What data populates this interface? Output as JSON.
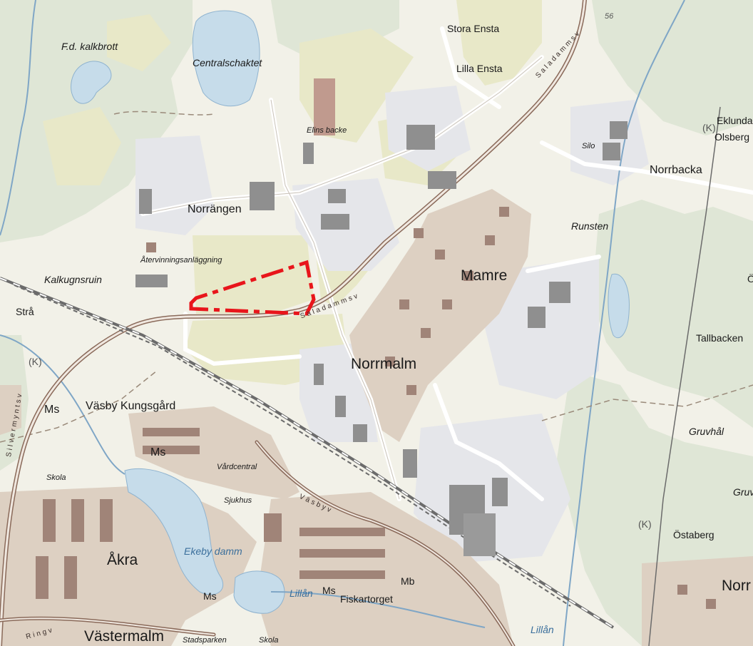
{
  "map": {
    "colors": {
      "background": "#f2f1e8",
      "forest": "#dfe6d6",
      "field": "#e8e8c8",
      "urban": "#ddd0c2",
      "industrial": "#e5e6ea",
      "water": "#c6dcea",
      "building": "#8f8f8f",
      "residential_building": "#a08478",
      "road_main": "#8a6a5a",
      "railway": "#6b6b6b",
      "plan_area_outline": "#e8151b"
    },
    "labels": {
      "stora_ensta": "Stora Ensta",
      "lilla_ensta": "Lilla Ensta",
      "elevation_56": "56",
      "fd_kalkbrott": "F.d. kalkbrott",
      "centralschaktet": "Centralschaktet",
      "elins_backe": "Elins backe",
      "eklunda": "Eklunda",
      "olsberg": "Olsberg",
      "norrbacka": "Norrbacka",
      "silo": "Silo",
      "runsten": "Runsten",
      "norrangen": "Norrängen",
      "atervinningsanlaggning": "Återvinningsanläggning",
      "kalkugnsruin": "Kalkugnsruin",
      "mamre": "Mamre",
      "stra": "Strå",
      "tallbacken": "Tallbacken",
      "norrmalm": "Norrmalm",
      "vasby_kungsgard": "Väsby Kungsgård",
      "ms_1": "Ms",
      "ms_2": "Ms",
      "ms_3": "Ms",
      "ms_4": "Ms",
      "mb": "Mb",
      "gruvhal": "Gruvhål",
      "gruv": "Gruv",
      "skola_1": "Skola",
      "skola_2": "Skola",
      "vardcentral": "Vårdcentral",
      "sjukhus": "Sjukhus",
      "ostaberg": "Östaberg",
      "akra": "Åkra",
      "ekeby_damm": "Ekeby damm",
      "lillan_1": "Lillån",
      "lillan_2": "Lillån",
      "fiskartorget": "Fiskartorget",
      "norr": "Norr",
      "vastermalm": "Västermalm",
      "stadsparken": "Stadsparken",
      "ringv": "Ringv",
      "k_1": "(K)",
      "k_2": "(K)",
      "k_3": "(K)",
      "saladammsv_1": "Saladammsv",
      "saladammsv_2": "Saladammsv",
      "silvermyntsv": "Silvermyntsv",
      "vasbyv": "Väsbyv",
      "c_partial": "Ö"
    }
  }
}
